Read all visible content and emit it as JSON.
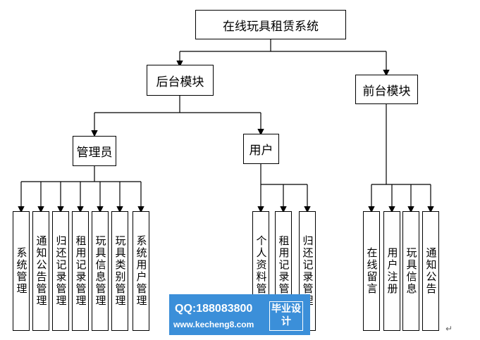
{
  "root": "在线玩具租赁系统",
  "backend": "后台模块",
  "frontend": "前台模块",
  "admin": "管理员",
  "user": "用户",
  "admin_items": [
    "系统管理",
    "通知公告管理",
    "归还记录管理",
    "租用记录管理",
    "玩具信息管理",
    "玩具类别管理",
    "系统用户管理"
  ],
  "user_items": [
    "个人资料管理",
    "租用记录管理",
    "归还记录管理"
  ],
  "front_items": [
    "在线留言",
    "用户注册",
    "玩具信息",
    "通知公告"
  ],
  "watermark": {
    "qq": "QQ:188083800",
    "url": "www.kecheng8.com",
    "badge": "毕业设计"
  },
  "paragraph_mark": "↵"
}
